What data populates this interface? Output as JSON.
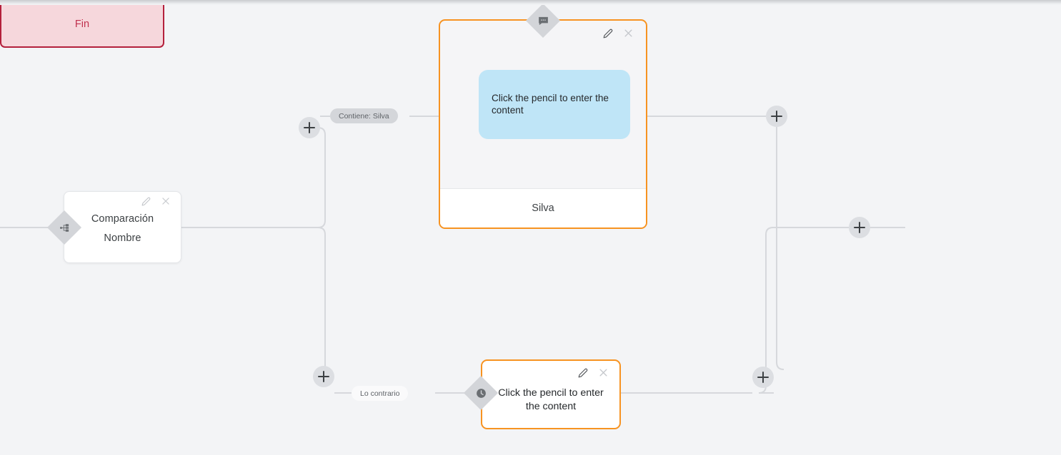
{
  "canvas": {
    "background": "#f3f4f6",
    "wire_color": "#d6d8dc",
    "accent_orange": "#f79321",
    "accent_red": "#b4203c",
    "bubble_blue": "#bfe5f7"
  },
  "nodes": {
    "compare": {
      "title": "Comparación",
      "subtitle": "Nombre",
      "badge_icon": "branch-icon",
      "edit_icon": "pencil-icon",
      "close_icon": "close-icon"
    },
    "message": {
      "badge_icon": "chat-bubble-icon",
      "edit_icon": "pencil-icon",
      "close_icon": "close-icon",
      "bubble_text": "Click the pencil to enter the content",
      "footer_label": "Silva"
    },
    "wait": {
      "badge_icon": "clock-icon",
      "edit_icon": "pencil-icon",
      "close_icon": "close-icon",
      "text": "Click the pencil to enter the content"
    },
    "end": {
      "label": "Fin"
    }
  },
  "edge_labels": {
    "true_branch": "Contiene: Silva",
    "false_branch": "Lo contrario"
  },
  "add_buttons": [
    {
      "name": "add-node-true-branch",
      "label": "+"
    },
    {
      "name": "add-node-after-message",
      "label": "+"
    },
    {
      "name": "add-node-false-branch",
      "label": "+"
    },
    {
      "name": "add-node-after-wait",
      "label": "+"
    },
    {
      "name": "add-node-before-end",
      "label": "+"
    }
  ]
}
